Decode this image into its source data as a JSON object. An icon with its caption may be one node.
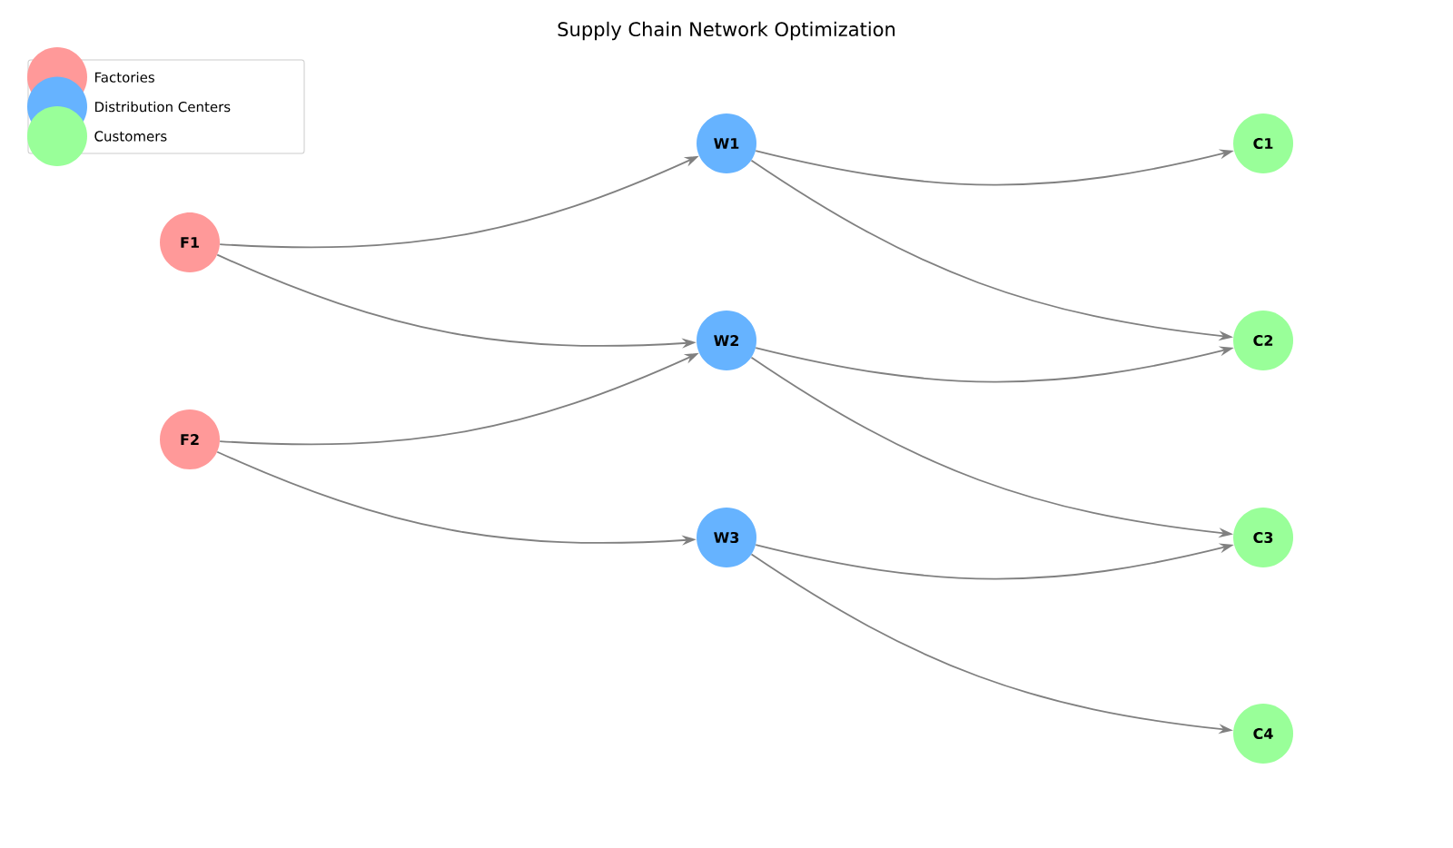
{
  "diagram": {
    "title": "Supply Chain Network Optimization",
    "nodes": [
      {
        "text": [
          "F1"
        ]
      },
      {
        "text": [
          "F2"
        ]
      },
      {
        "text": [
          "W1"
        ]
      },
      {
        "text": [
          "W2"
        ]
      },
      {
        "text": [
          "W3"
        ]
      },
      {
        "text": [
          "C1"
        ]
      },
      {
        "text": [
          "C2"
        ]
      },
      {
        "text": [
          "C3"
        ]
      },
      {
        "text": [
          "C4"
        ]
      }
    ],
    "edges": [
      {
        "from": 0,
        "to": 2,
        "arrow": "to"
      },
      {
        "from": 0,
        "to": 3,
        "arrow": "to"
      },
      {
        "from": 1,
        "to": 3,
        "arrow": "to"
      },
      {
        "from": 1,
        "to": 4,
        "arrow": "to"
      },
      {
        "from": 2,
        "to": 5,
        "arrow": "to"
      },
      {
        "from": 2,
        "to": 6,
        "arrow": "to"
      },
      {
        "from": 3,
        "to": 6,
        "arrow": "to"
      },
      {
        "from": 3,
        "to": 7,
        "arrow": "to"
      },
      {
        "from": 4,
        "to": 7,
        "arrow": "to"
      },
      {
        "from": 4,
        "to": 8,
        "arrow": "to"
      }
    ],
    "legend": [
      {
        "text": "Factories",
        "color": "#ff9999"
      },
      {
        "text": "Distribution Centers",
        "color": "#66b3ff"
      },
      {
        "text": "Customers",
        "color": "#99ff99"
      }
    ]
  }
}
